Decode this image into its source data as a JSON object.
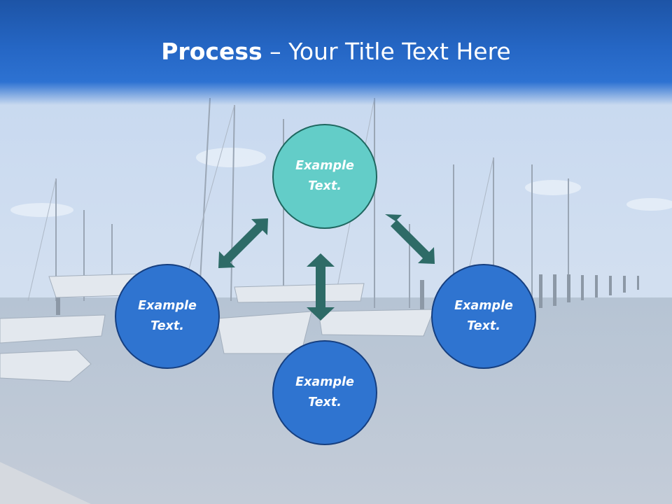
{
  "slide": {
    "title_bold": "Process",
    "title_dash": " – ",
    "title_rest": "Your Title Text Here"
  },
  "nodes": {
    "top": {
      "text": "Example Text."
    },
    "left": {
      "text": "Example Text."
    },
    "right": {
      "text": "Example Text."
    },
    "bottom": {
      "text": "Example Text."
    }
  },
  "colors": {
    "header": "#2566c4",
    "node_blue": "#2f74d0",
    "node_teal": "#63cdc8",
    "arrow": "#2e6b67"
  },
  "icons": {
    "arrows": [
      "double-arrow-icon"
    ]
  }
}
